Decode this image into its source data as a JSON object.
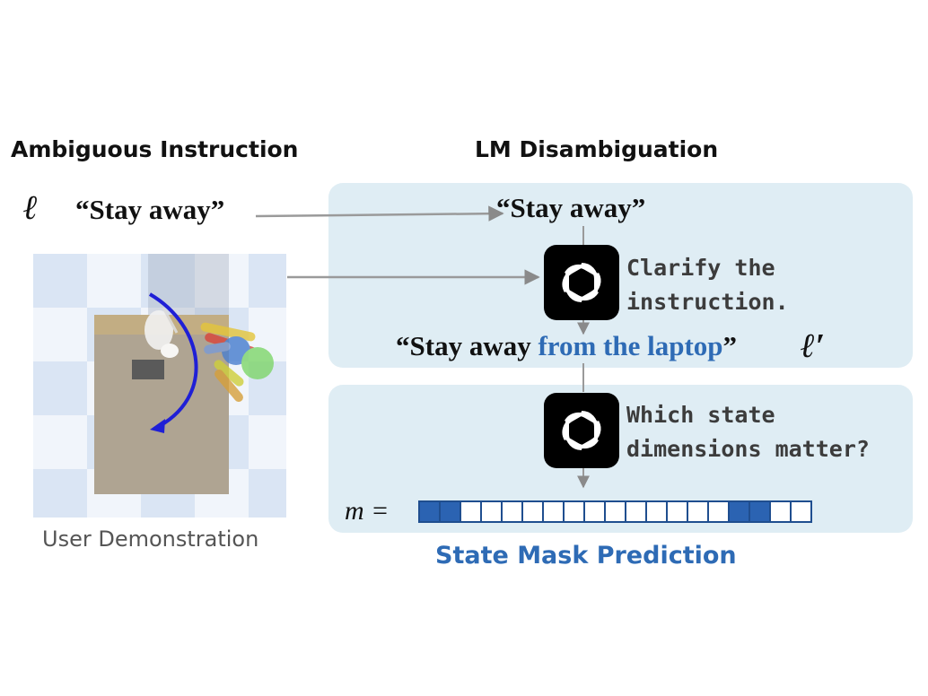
{
  "headings": {
    "left": "Ambiguous Instruction",
    "right": "LM Disambiguation"
  },
  "instruction": {
    "symbol": "ℓ",
    "text": "“Stay away”"
  },
  "panel_top": {
    "input_text": "“Stay away”",
    "prompt_line1": "Clarify the",
    "prompt_line2": "instruction.",
    "output_prefix": "“Stay away ",
    "output_added": "from the laptop",
    "output_suffix": "”",
    "output_symbol": "ℓ′"
  },
  "panel_bottom": {
    "prompt_line1": "Which state",
    "prompt_line2": "dimensions matter?",
    "mask_symbol": "m =",
    "mask_cells": [
      1,
      1,
      0,
      0,
      0,
      0,
      0,
      0,
      0,
      0,
      0,
      0,
      0,
      0,
      0,
      1,
      1,
      0,
      0
    ]
  },
  "captions": {
    "demo": "User Demonstration",
    "mask": "State Mask Prediction"
  },
  "colors": {
    "panel": "#dfedf4",
    "accent": "#2e6bb5",
    "mask_on": "#2b63b2",
    "trajectory": "#1f1fd6"
  },
  "icons": [
    "chatgpt-logo-icon",
    "chatgpt-logo-icon"
  ]
}
